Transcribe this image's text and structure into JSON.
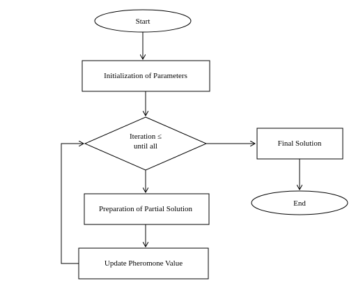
{
  "nodes": {
    "start": "Start",
    "init": "Initialization of Parameters",
    "decision_line1": "Iteration ≤",
    "decision_line2": "until all",
    "partial": "Preparation of Partial Solution",
    "update": "Update Pheromone Value",
    "final": "Final Solution",
    "end": "End"
  },
  "colors": {
    "stroke": "#000000",
    "fill": "#ffffff",
    "text": "#000000"
  }
}
